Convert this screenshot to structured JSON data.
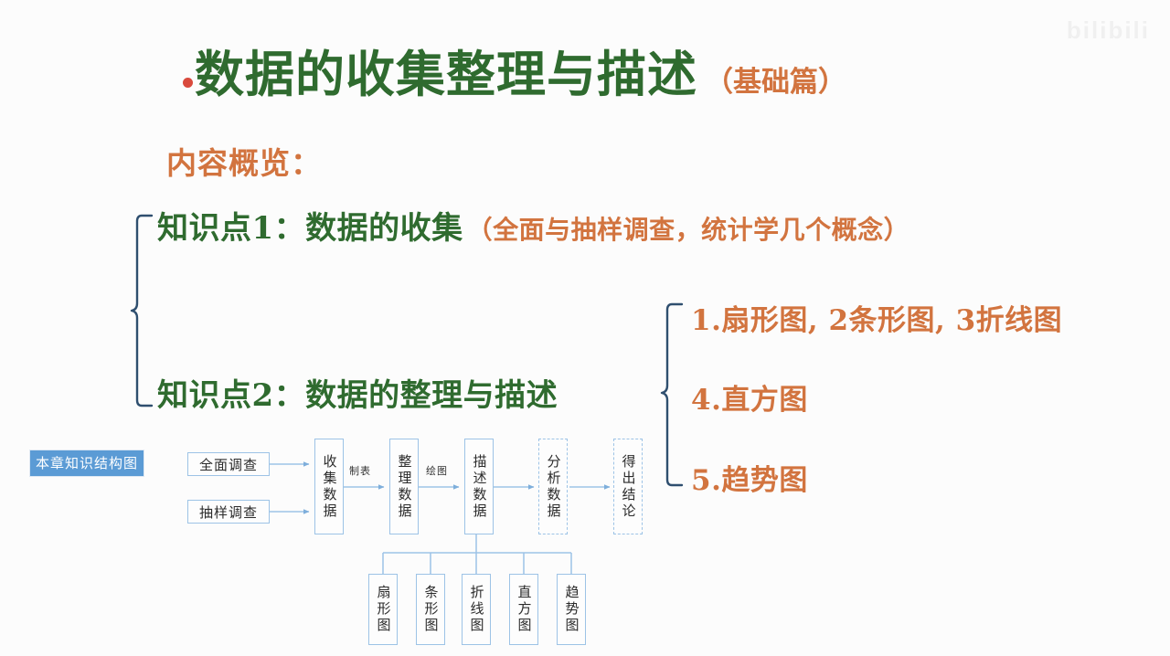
{
  "slide": {
    "watermark": "bilibili",
    "title": {
      "main": "数据的收集整理与描述",
      "sub": "（基础篇）",
      "bullet_color": "#d94a3d",
      "main_color": "#2f6b2f",
      "sub_color": "#d2743f"
    },
    "overview_label": "内容概览：",
    "knowledge_points": [
      {
        "heading": "知识点1：数据的收集",
        "note": "（全面与抽样调查，统计学几个概念）"
      },
      {
        "heading": "知识点2：数据的整理与描述",
        "note": ""
      }
    ],
    "branches": [
      "1.扇形图, 2条形图, 3折线图",
      "4.直方图",
      "5.趋势图"
    ]
  },
  "flowchart": {
    "tag": "本章知识结构图",
    "survey_boxes": [
      "全面调查",
      "抽样调查"
    ],
    "main_chain": [
      {
        "label": "收集数据",
        "style": "solid"
      },
      {
        "label": "整理数据",
        "style": "solid"
      },
      {
        "label": "描述数据",
        "style": "solid"
      },
      {
        "label": "分析数据",
        "style": "dashed"
      },
      {
        "label": "得出结论",
        "style": "dashed"
      }
    ],
    "arrow_labels": [
      "制表",
      "绘图"
    ],
    "chart_types": [
      "扇形图",
      "条形图",
      "折线图",
      "直方图",
      "趋势图"
    ],
    "line_color": "#9dc3e6",
    "tag_bg": "#5b9bd5"
  },
  "colors": {
    "green": "#2f6b2f",
    "orange": "#d2743f",
    "brace_blue": "#2f4f6f",
    "flow_blue": "#9dc3e6",
    "background": "#fcfcfc"
  }
}
